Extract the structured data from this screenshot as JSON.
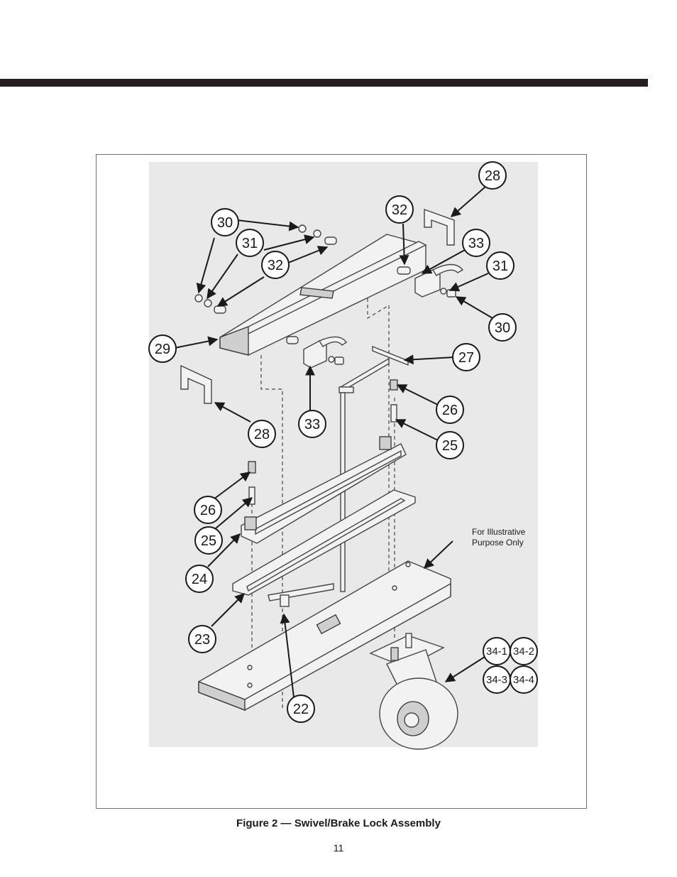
{
  "figure": {
    "caption": "Figure 2 — Swivel/Brake Lock Assembly",
    "note_line1": "For Illustrative",
    "note_line2": "Purpose Only",
    "callouts": [
      "28",
      "30",
      "31",
      "32",
      "32",
      "33",
      "31",
      "30",
      "29",
      "27",
      "26",
      "33",
      "28",
      "25",
      "26",
      "25",
      "24",
      "23",
      "22",
      "34-1",
      "34-2",
      "34-3",
      "34-4"
    ]
  },
  "page": {
    "number": "11"
  }
}
